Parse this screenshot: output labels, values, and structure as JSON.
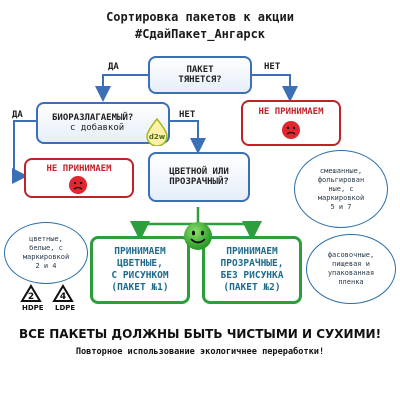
{
  "title": {
    "line1": "Сортировка пакетов к акции",
    "line2": "#СдайПакет_Ангарск"
  },
  "q1": {
    "line1": "ПАКЕТ",
    "line2": "ТЯНЕТСЯ?"
  },
  "q2": {
    "line1": "БИОРАЗЛАГАЕМЫЙ?",
    "line2": "с добавкой"
  },
  "q3": {
    "line1": "ЦВЕТНОЙ ИЛИ",
    "line2": "ПРОЗРАЧНЫЙ?"
  },
  "d2w_label": "d2w",
  "edges": {
    "yes": "ДА",
    "no": "НЕТ"
  },
  "reject_label": "НЕ ПРИНИМАЕМ",
  "bubbles": {
    "right": [
      "смешанные,",
      "фольгирован",
      "ные, с",
      "маркировкой",
      "5 и 7"
    ],
    "left": [
      "цветные,",
      "белые, с",
      "маркировкой",
      "2 и 4"
    ],
    "right_bottom": [
      "фасовочные,",
      "пищевая и",
      "упакованная",
      "пленка"
    ]
  },
  "accept1": [
    "ПРИНИМАЕМ",
    "ЦВЕТНЫЕ,",
    "С РИСУНКОМ",
    "(ПАКЕТ №1)"
  ],
  "accept2": [
    "ПРИНИМАЕМ",
    "ПРОЗРАЧНЫЕ,",
    "БЕЗ РИСУНКА",
    "(ПАКЕТ №2)"
  ],
  "recycle": [
    {
      "number": "2",
      "label": "HDPE"
    },
    {
      "number": "4",
      "label": "LDPE"
    }
  ],
  "footer": {
    "line1": "ВСЕ ПАКЕТЫ ДОЛЖНЫ БЫТЬ ЧИСТЫМИ И СУХИМИ!",
    "line2": "Повторное использование экологичнее переработки!"
  },
  "colors": {
    "blue": "#3b6fb6",
    "red": "#c0222a",
    "green": "#2e9e3c",
    "arrow": "#3b6fb6"
  }
}
